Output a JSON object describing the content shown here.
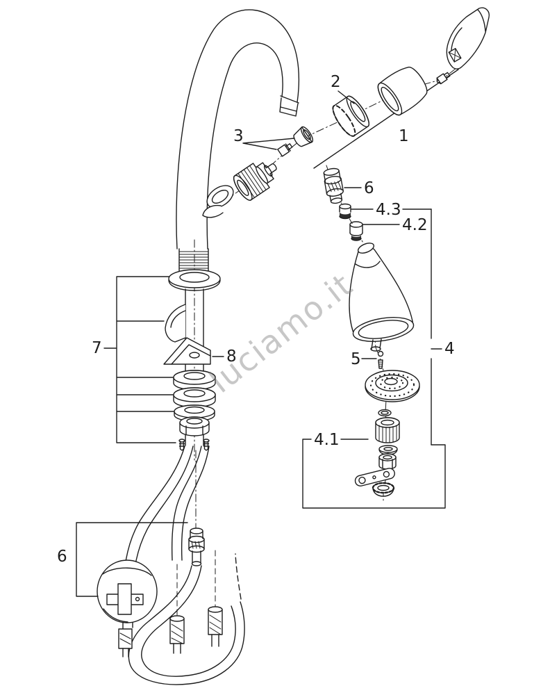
{
  "colors": {
    "line": "#1d1d1d",
    "background": "#ffffff",
    "watermark": "#828282"
  },
  "watermark": {
    "text": "luciamo.it"
  },
  "labels": {
    "part1": "1",
    "part2": "2",
    "part3": "3",
    "part4": "4",
    "part4_1": "4.1",
    "part4_2": "4.2",
    "part4_3": "4.3",
    "part5": "5",
    "part6_spray_coupling": "6",
    "part6_hose_weight": "6",
    "part7": "7",
    "part8": "8"
  }
}
